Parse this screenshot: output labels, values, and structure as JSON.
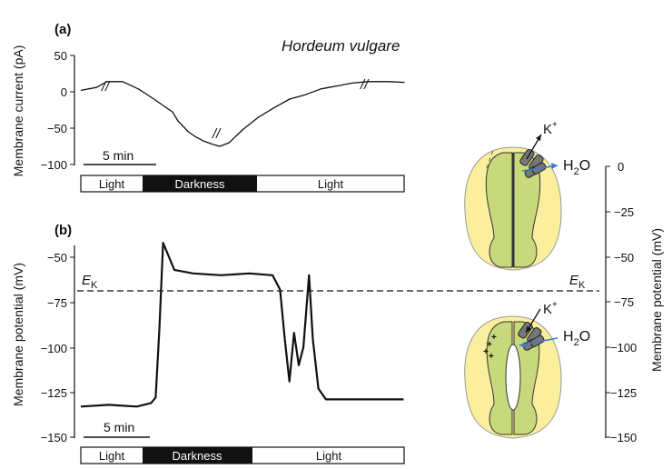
{
  "species": "Hordeum vulgare",
  "panel_a": {
    "label": "(a)",
    "ylabel": "Membrane current (pA)",
    "yticks": [
      "50",
      "0",
      "−50",
      "−100"
    ],
    "scalebar": "5 min",
    "bars": [
      "Light",
      "Darkness",
      "Light"
    ]
  },
  "panel_b": {
    "label": "(b)",
    "ylabel": "Membrane potential (mV)",
    "yticks": [
      "−50",
      "−75",
      "−100",
      "−125",
      "−150"
    ],
    "ek": "E",
    "ek_sub": "K",
    "scalebar": "5 min",
    "bars": [
      "Light",
      "Darkness",
      "Light"
    ]
  },
  "right_axis": {
    "ylabel": "Membrane potential (mV)",
    "yticks": [
      "0",
      "−25",
      "−50",
      "−75",
      "−100",
      "−125",
      "−150"
    ]
  },
  "cells": {
    "k_label": "K",
    "k_sup": "+",
    "h2o_label": "H",
    "h2o_sub": "2",
    "h2o_o": "O",
    "charges_top": "− − −",
    "charges_bottom": "+"
  },
  "colors": {
    "guard_cell": "#c8d97b",
    "epidermis": "#fbef9e",
    "arrow_h2o": "#3a7bc8",
    "channel": "#777777"
  },
  "chart_data": [
    {
      "type": "line",
      "title": "",
      "xlabel": "",
      "ylabel": "Membrane current (pA)",
      "ylim": [
        -100,
        50
      ],
      "x_unit": "min",
      "series": [
        {
          "x": [
            0,
            1.5,
            2.5,
            4,
            5.5,
            7,
            8.8,
            9.3,
            10.3,
            11,
            11.8,
            12.6,
            13.3,
            14.2,
            15.5,
            17,
            18.5,
            20,
            21.5,
            23,
            24.5,
            26,
            27.5,
            29.5,
            31
          ],
          "y": [
            2,
            6,
            14,
            14,
            4,
            -10,
            -28,
            -40,
            -55,
            -62,
            -68,
            -72,
            -75,
            -70,
            -52,
            -35,
            -22,
            -10,
            -4,
            4,
            8,
            12,
            14,
            14,
            13
          ]
        }
      ]
    },
    {
      "type": "line",
      "title": "",
      "xlabel": "",
      "ylabel": "Membrane potential (mV)",
      "ylim": [
        -150,
        -40
      ],
      "x_unit": "min",
      "reference_line": {
        "label": "EK",
        "value": -68
      },
      "series": [
        {
          "x": [
            0,
            3,
            6,
            7.5,
            8,
            8.4,
            8.8,
            10,
            12,
            15,
            18,
            20.5,
            21.3,
            21.8,
            22.3,
            22.8,
            23.3,
            23.8,
            24.4,
            24.8,
            25.4,
            26.2,
            30,
            34.5
          ],
          "y": [
            -133,
            -132,
            -133,
            -131,
            -128,
            -90,
            -42,
            -57,
            -59,
            -60,
            -59,
            -60,
            -68,
            -95,
            -119,
            -92,
            -110,
            -100,
            -60,
            -95,
            -123,
            -129,
            -129,
            -129
          ]
        }
      ]
    }
  ]
}
